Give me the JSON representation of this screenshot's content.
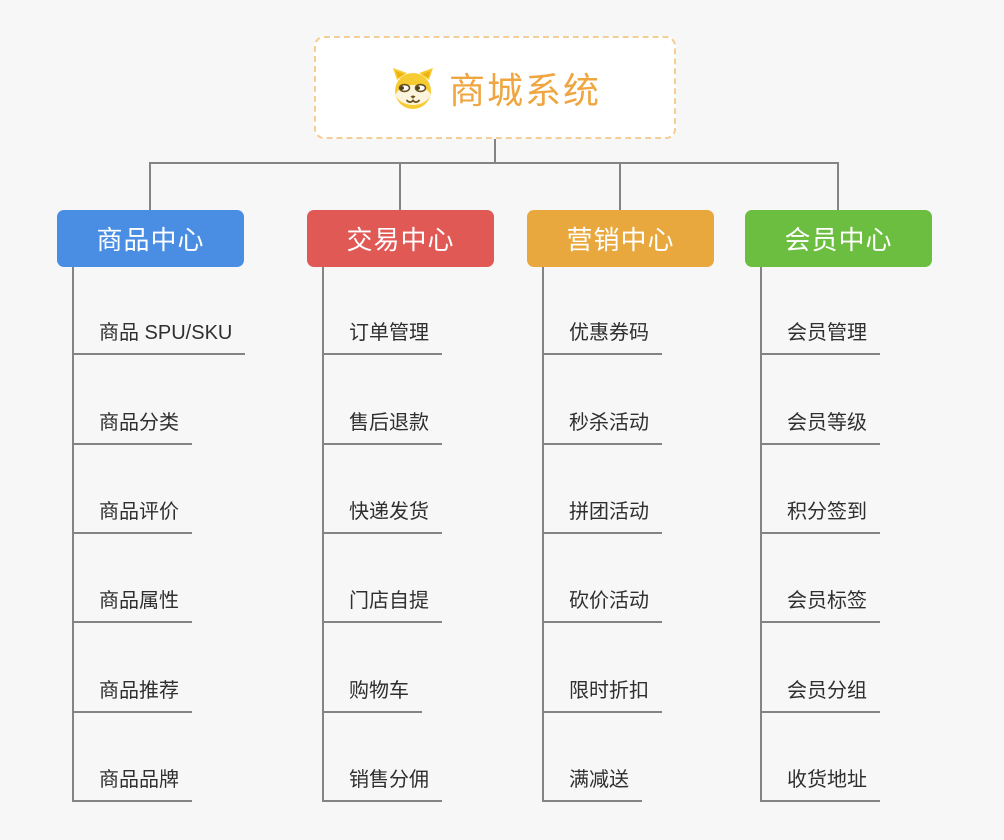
{
  "root": {
    "title": "商城系统",
    "icon": "dog-face-icon"
  },
  "colors": {
    "root_text": "#efa640",
    "root_border": "#f3cf96",
    "connector": "#848484",
    "leaf_text": "#2f2f2f",
    "background": "#f7f7f7"
  },
  "branches": [
    {
      "label": "商品中心",
      "color": "#4a8ee4",
      "items": [
        "商品 SPU/SKU",
        "商品分类",
        "商品评价",
        "商品属性",
        "商品推荐",
        "商品品牌"
      ]
    },
    {
      "label": "交易中心",
      "color": "#e15955",
      "items": [
        "订单管理",
        "售后退款",
        "快递发货",
        "门店自提",
        "购物车",
        "销售分佣"
      ]
    },
    {
      "label": "营销中心",
      "color": "#e9a83d",
      "items": [
        "优惠券码",
        "秒杀活动",
        "拼团活动",
        "砍价活动",
        "限时折扣",
        "满减送"
      ]
    },
    {
      "label": "会员中心",
      "color": "#6cbe40",
      "items": [
        "会员管理",
        "会员等级",
        "积分签到",
        "会员标签",
        "会员分组",
        "收货地址"
      ]
    }
  ]
}
